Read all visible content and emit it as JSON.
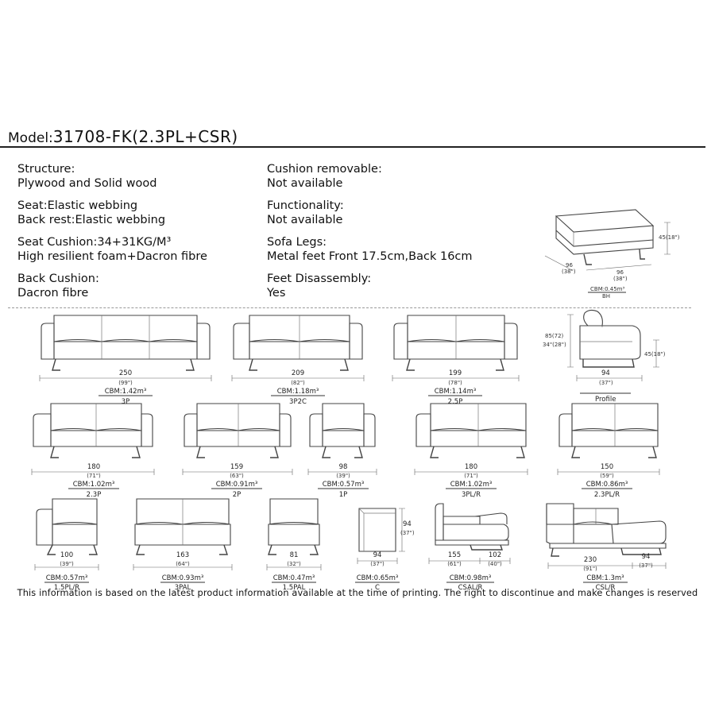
{
  "model": {
    "label": "Model:",
    "value": "31708-FK(2.3PL+CSR)"
  },
  "specs_left": [
    "Structure:",
    "Plywood and Solid wood",
    "",
    "Seat:Elastic webbing",
    "Back rest:Elastic webbing",
    "",
    "Seat Cushion:34+31KG/M³",
    "High resilient foam+Dacron fibre",
    "",
    "Back Cushion:",
    "Dacron fibre"
  ],
  "specs_right": [
    "Cushion removable:",
    "Not available",
    "",
    "Functionality:",
    "Not available",
    "",
    "Sofa Legs:",
    "Metal feet  Front 17.5cm,Back 16cm",
    "",
    "Feet Disassembly:",
    "Yes"
  ],
  "ottoman": {
    "height_dim": "45(18\")",
    "depth_dim": "96",
    "depth_in": "(38\")",
    "width_dim": "96",
    "width_in": "(38\")",
    "cbm": "CBM:0.45m³",
    "code": "BH"
  },
  "profile": {
    "back_height": "85(72)",
    "back_height_in": "34\"(28\")",
    "seat_height": "45(18\")",
    "depth_dim": "94",
    "depth_in": "(37\")",
    "code": "Profile"
  },
  "items": [
    {
      "dim": "250",
      "dim_in": "(99\")",
      "cbm": "CBM:1.42m³",
      "code": "3P"
    },
    {
      "dim": "209",
      "dim_in": "(82\")",
      "cbm": "CBM:1.18m³",
      "code": "3P2C"
    },
    {
      "dim": "199",
      "dim_in": "(78\")",
      "cbm": "CBM:1.14m³",
      "code": "2.5P"
    },
    {
      "dim": "180",
      "dim_in": "(71\")",
      "cbm": "CBM:1.02m³",
      "code": "2.3P"
    },
    {
      "dim": "159",
      "dim_in": "(63\")",
      "cbm": "CBM:0.91m³",
      "code": "2P"
    },
    {
      "dim": "98",
      "dim_in": "(39\")",
      "cbm": "CBM:0.57m³",
      "code": "1P"
    },
    {
      "dim": "180",
      "dim_in": "(71\")",
      "cbm": "CBM:1.02m³",
      "code": "3PL/R"
    },
    {
      "dim": "150",
      "dim_in": "(59\")",
      "cbm": "CBM:0.86m³",
      "code": "2.3PL/R"
    },
    {
      "dim": "100",
      "dim_in": "(39\")",
      "cbm": "CBM:0.57m³",
      "code": "1.5PL/R"
    },
    {
      "dim": "163",
      "dim_in": "(64\")",
      "cbm": "CBM:0.93m³",
      "code": "3PAL"
    },
    {
      "dim": "81",
      "dim_in": "(32\")",
      "cbm": "CBM:0.47m³",
      "code": "1.5PAL"
    },
    {
      "dim": "94",
      "dim_in": "(37\")",
      "side_dim": "94",
      "side_dim_in": "(37\")",
      "cbm": "CBM:0.65m³",
      "code": "C"
    },
    {
      "dim": "155",
      "dim_in": "(61\")",
      "dim2": "102",
      "dim2_in": "(40\")",
      "cbm": "CBM:0.98m³",
      "code": "CSAL/R"
    },
    {
      "dim": "230",
      "dim_in": "(91\")",
      "dim2": "94",
      "dim2_in": "(37\")",
      "cbm": "CBM:1.3m³",
      "code": "CSL/R"
    }
  ],
  "footer": "This information is based on the latest product information available at the time of printing. The right to discontinue and make changes is reserved"
}
